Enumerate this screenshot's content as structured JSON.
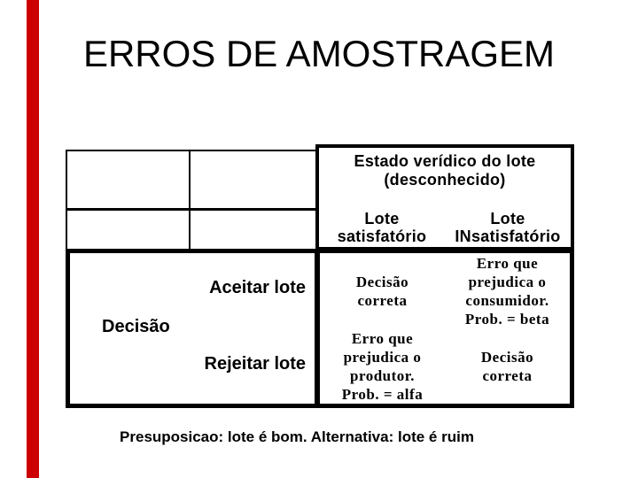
{
  "title": "ERROS DE AMOSTRAGEM",
  "colors": {
    "accent_bar": "#cc0000",
    "border": "#000000"
  },
  "matrix": {
    "state_header": {
      "line1": "Estado verídico do lote",
      "line2": "(desconhecido)"
    },
    "columns": [
      {
        "line1": "Lote",
        "line2": "satisfatório"
      },
      {
        "line1": "Lote",
        "line2": "INsatisfatório"
      }
    ],
    "row_group_label": "Decisão",
    "rows": [
      {
        "label": "Aceitar lote"
      },
      {
        "label": "Rejeitar lote"
      }
    ],
    "cells": {
      "accept_satisfactory": {
        "lines": [
          "Decisão",
          "correta"
        ]
      },
      "accept_unsatisfactory": {
        "lines": [
          "Erro que",
          "prejudica o",
          "consumidor.",
          "Prob. = beta"
        ]
      },
      "reject_satisfactory": {
        "lines": [
          "Erro que",
          "prejudica o",
          "produtor.",
          "Prob. = alfa"
        ]
      },
      "reject_unsatisfactory": {
        "lines": [
          "Decisão",
          "correta"
        ]
      }
    }
  },
  "footer": "Presuposicao: lote é bom. Alternativa: lote é ruim"
}
